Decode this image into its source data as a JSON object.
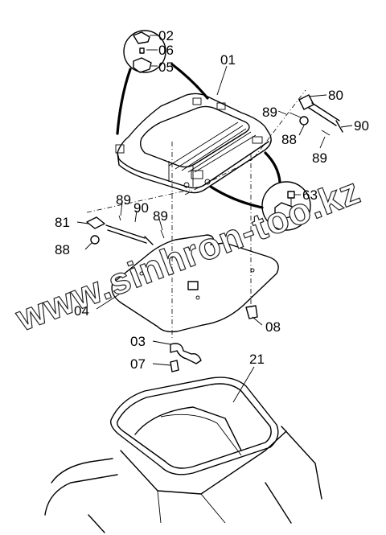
{
  "diagram": {
    "labels": {
      "p01": "01",
      "p02": "02",
      "p03": "03",
      "p04": "04",
      "p05": "05",
      "p06": "06",
      "p07": "07",
      "p08": "08",
      "p21": "21",
      "p63": "63",
      "p80": "80",
      "p81": "81",
      "p88a": "88",
      "p88b": "88",
      "p89a": "89",
      "p89b": "89",
      "p89c": "89",
      "p89d": "89",
      "p90a": "90",
      "p90b": "90"
    },
    "watermark": "www.sinhron-too.kz"
  }
}
